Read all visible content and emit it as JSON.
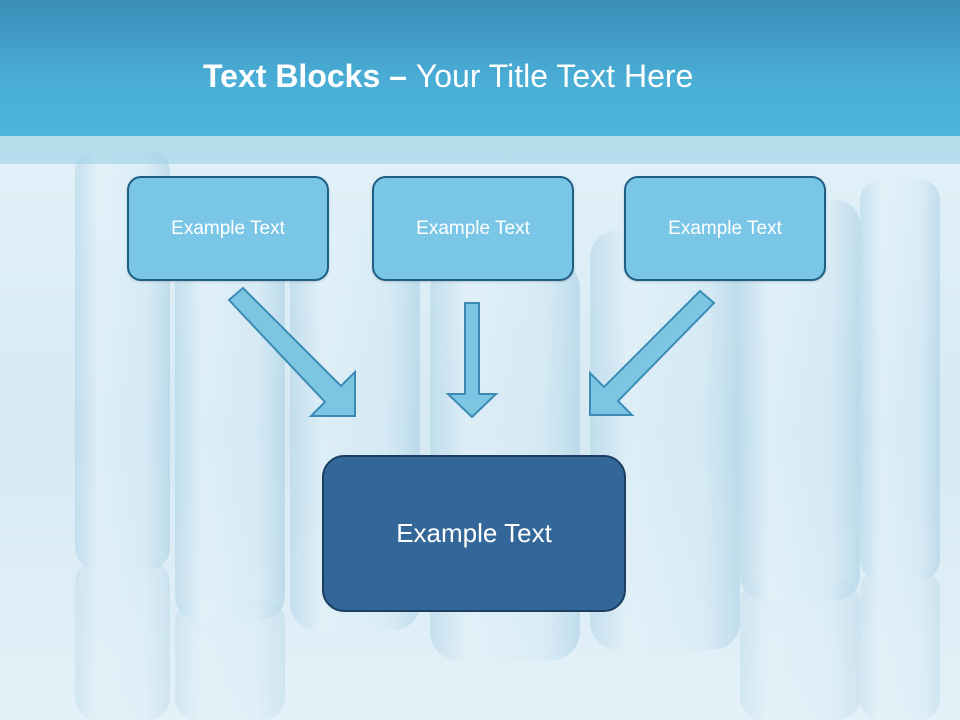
{
  "slide": {
    "title_bold": "Text Blocks",
    "title_dash": " – ",
    "title_rest": "Your Title Text Here"
  },
  "blocks": {
    "top": [
      {
        "label": "Example Text"
      },
      {
        "label": "Example Text"
      },
      {
        "label": "Example Text"
      }
    ],
    "bottom": {
      "label": "Example Text"
    }
  },
  "colors": {
    "header": "#4aaed6",
    "small_box": "#79c6e6",
    "big_box": "#336699",
    "arrow_fill": "#7cc6e4",
    "arrow_stroke": "#3d8bb5"
  }
}
